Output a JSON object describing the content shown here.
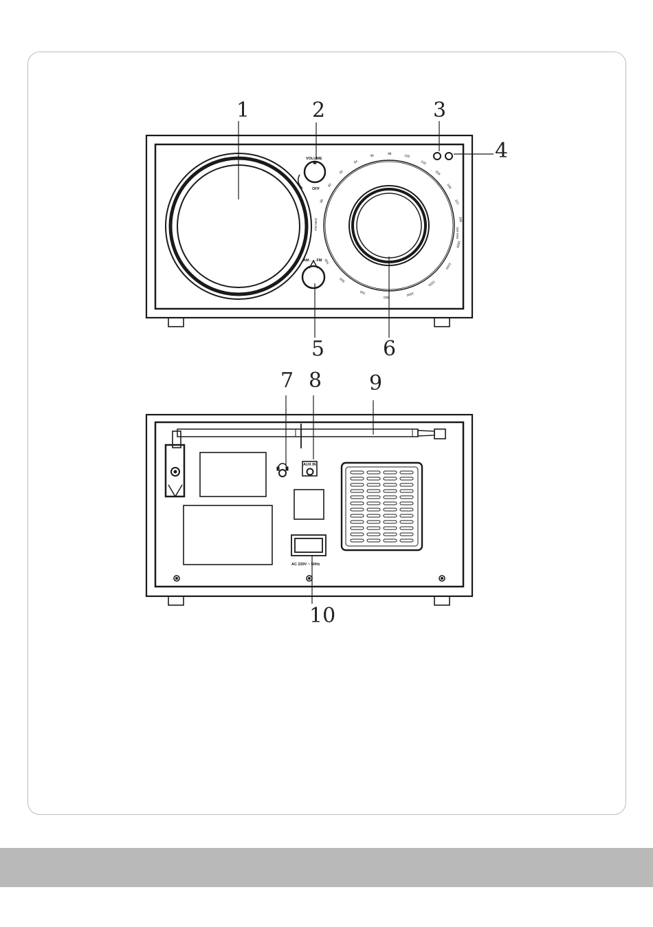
{
  "callouts": {
    "c1": "1",
    "c2": "2",
    "c3": "3",
    "c4": "4",
    "c5": "5",
    "c6": "6",
    "c7": "7",
    "c8": "8",
    "c9": "9",
    "c10": "10"
  },
  "front_panel": {
    "volume_label": "VOLUME",
    "off_label": "OFF",
    "band_label": "AM←→FM",
    "fm_scale": [
      "88",
      "90",
      "92",
      "94",
      "96",
      "98",
      "100",
      "102",
      "104",
      "106",
      "107",
      "108"
    ],
    "am_scale": [
      "530",
      "600",
      "700",
      "800",
      "1000",
      "1200",
      "1400",
      "1600"
    ],
    "fm_band_label": "FM MHz",
    "am_band_label": "AM KHz"
  },
  "back_panel": {
    "aux_label": "AUX IN",
    "power_label": "AC 230V ~ 50Hz"
  },
  "colors": {
    "frame": "#bcbcbc",
    "footer": "#b9b9b9",
    "line": "#1a1a1a"
  }
}
